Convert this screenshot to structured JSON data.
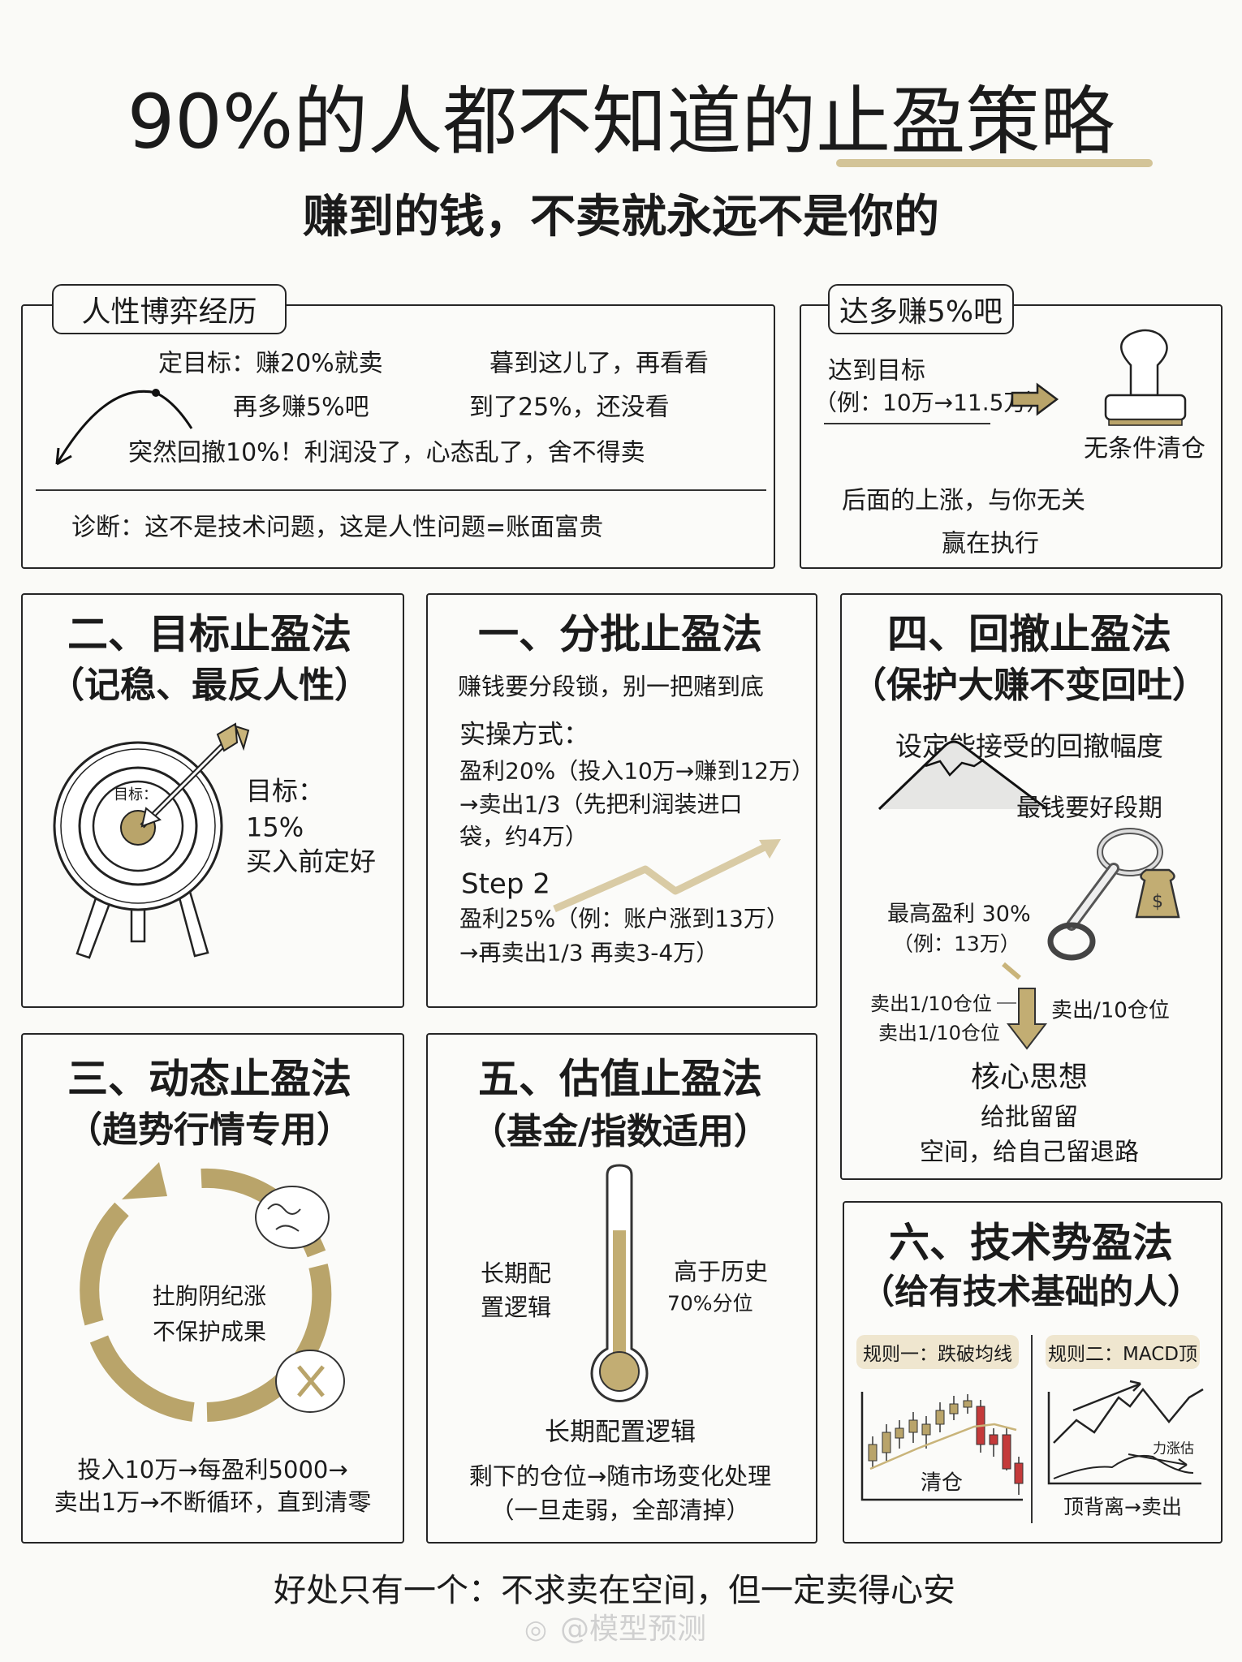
{
  "header": {
    "title": "90%的人都不知道的止盈策略",
    "subtitle": "赚到的钱，不卖就永远不是你的"
  },
  "colors": {
    "accent_gold": "#b9a46a",
    "candle_red": "#c43a3a",
    "text": "#1b1b1b",
    "background": "#fafaf7"
  },
  "human_nature": {
    "tag": "人性博弈经历",
    "line1a": "定目标：赚20%就卖",
    "line1b": "暮到这儿了，再看看",
    "line2a": "再多赚5%吧",
    "line2b": "到了25%，还没看",
    "line3": "突然回撤10%！利润没了，心态乱了，舍不得卖",
    "diagnosis": "诊断：这不是技术问题，这是人性问题=账面富贵"
  },
  "extra_five": {
    "tag": "达多赚5%吧",
    "reach": "达到目标",
    "example": "（例：10万→11.5万）",
    "stamp_label": "无条件清仓",
    "line1": "后面的上涨，与你无关",
    "line2": "赢在执行"
  },
  "method_target": {
    "title": "二、目标止盈法",
    "subtitle": "（记稳、最反人性）",
    "inner_label": "目标：",
    "label": "目标：",
    "value": "15%",
    "note": "买入前定好"
  },
  "method_batch": {
    "title": "一、分批止盈法",
    "tagline": "赚钱要分段锁，别一把赌到底",
    "how": "实操方式：",
    "l1": "盈利20%（投入10万→赚到12万）",
    "l2": "→卖出1/3（先把利润装进口",
    "l3": "袋，约4万）",
    "step2": "Step 2",
    "l4": "盈利25%（例：账户涨到13万）",
    "l5": "→再卖出1/3 再卖3-4万）"
  },
  "method_drawdown": {
    "title": "四、回撤止盈法",
    "subtitle": "（保护大赚不变回吐）",
    "tagline": "设定能接受的回撤幅度",
    "lock_label": "最钱要好段期",
    "peak": "最高盈利 30%",
    "peak_example": "（例：13万）",
    "sell_a": "卖出1/10仓位",
    "sell_b": "卖出1/10仓位",
    "sell_c": "卖出/10仓位",
    "core": "核心思想",
    "core1": "给批留留",
    "core2": "空间，给自己留退路"
  },
  "method_dynamic": {
    "title": "三、动态止盈法",
    "subtitle": "（趋势行情专用）",
    "center1": "扗朐阴纪涨",
    "center2": "不保护成果",
    "l1": "投入10万→每盈利5000→",
    "l2": "卖出1万→不断循环，直到清零"
  },
  "method_valuation": {
    "title": "五、估值止盈法",
    "subtitle": "（基金/指数适用）",
    "left1": "长期配",
    "left2": "置逻辑",
    "right1": "高于历史",
    "right2": "70%分位",
    "thermometer_fill_percent": 70,
    "caption": "长期配置逻辑",
    "l1": "剩下的仓位→随市场变化处理",
    "l2": "（一旦走弱，全部清掉）"
  },
  "method_technical": {
    "title": "六、技术势盈法",
    "subtitle": "（给有技术基础的人）",
    "rule1": "规则一：跌破均线",
    "rule1_caption": "清仓",
    "rule2": "规则二：MACD顶",
    "rule2_note": "力涨估",
    "rule2_caption": "顶背离→卖出"
  },
  "footer": {
    "text": "好处只有一个：不求卖在空间，但一定卖得心安",
    "watermark": "@模型预测"
  }
}
